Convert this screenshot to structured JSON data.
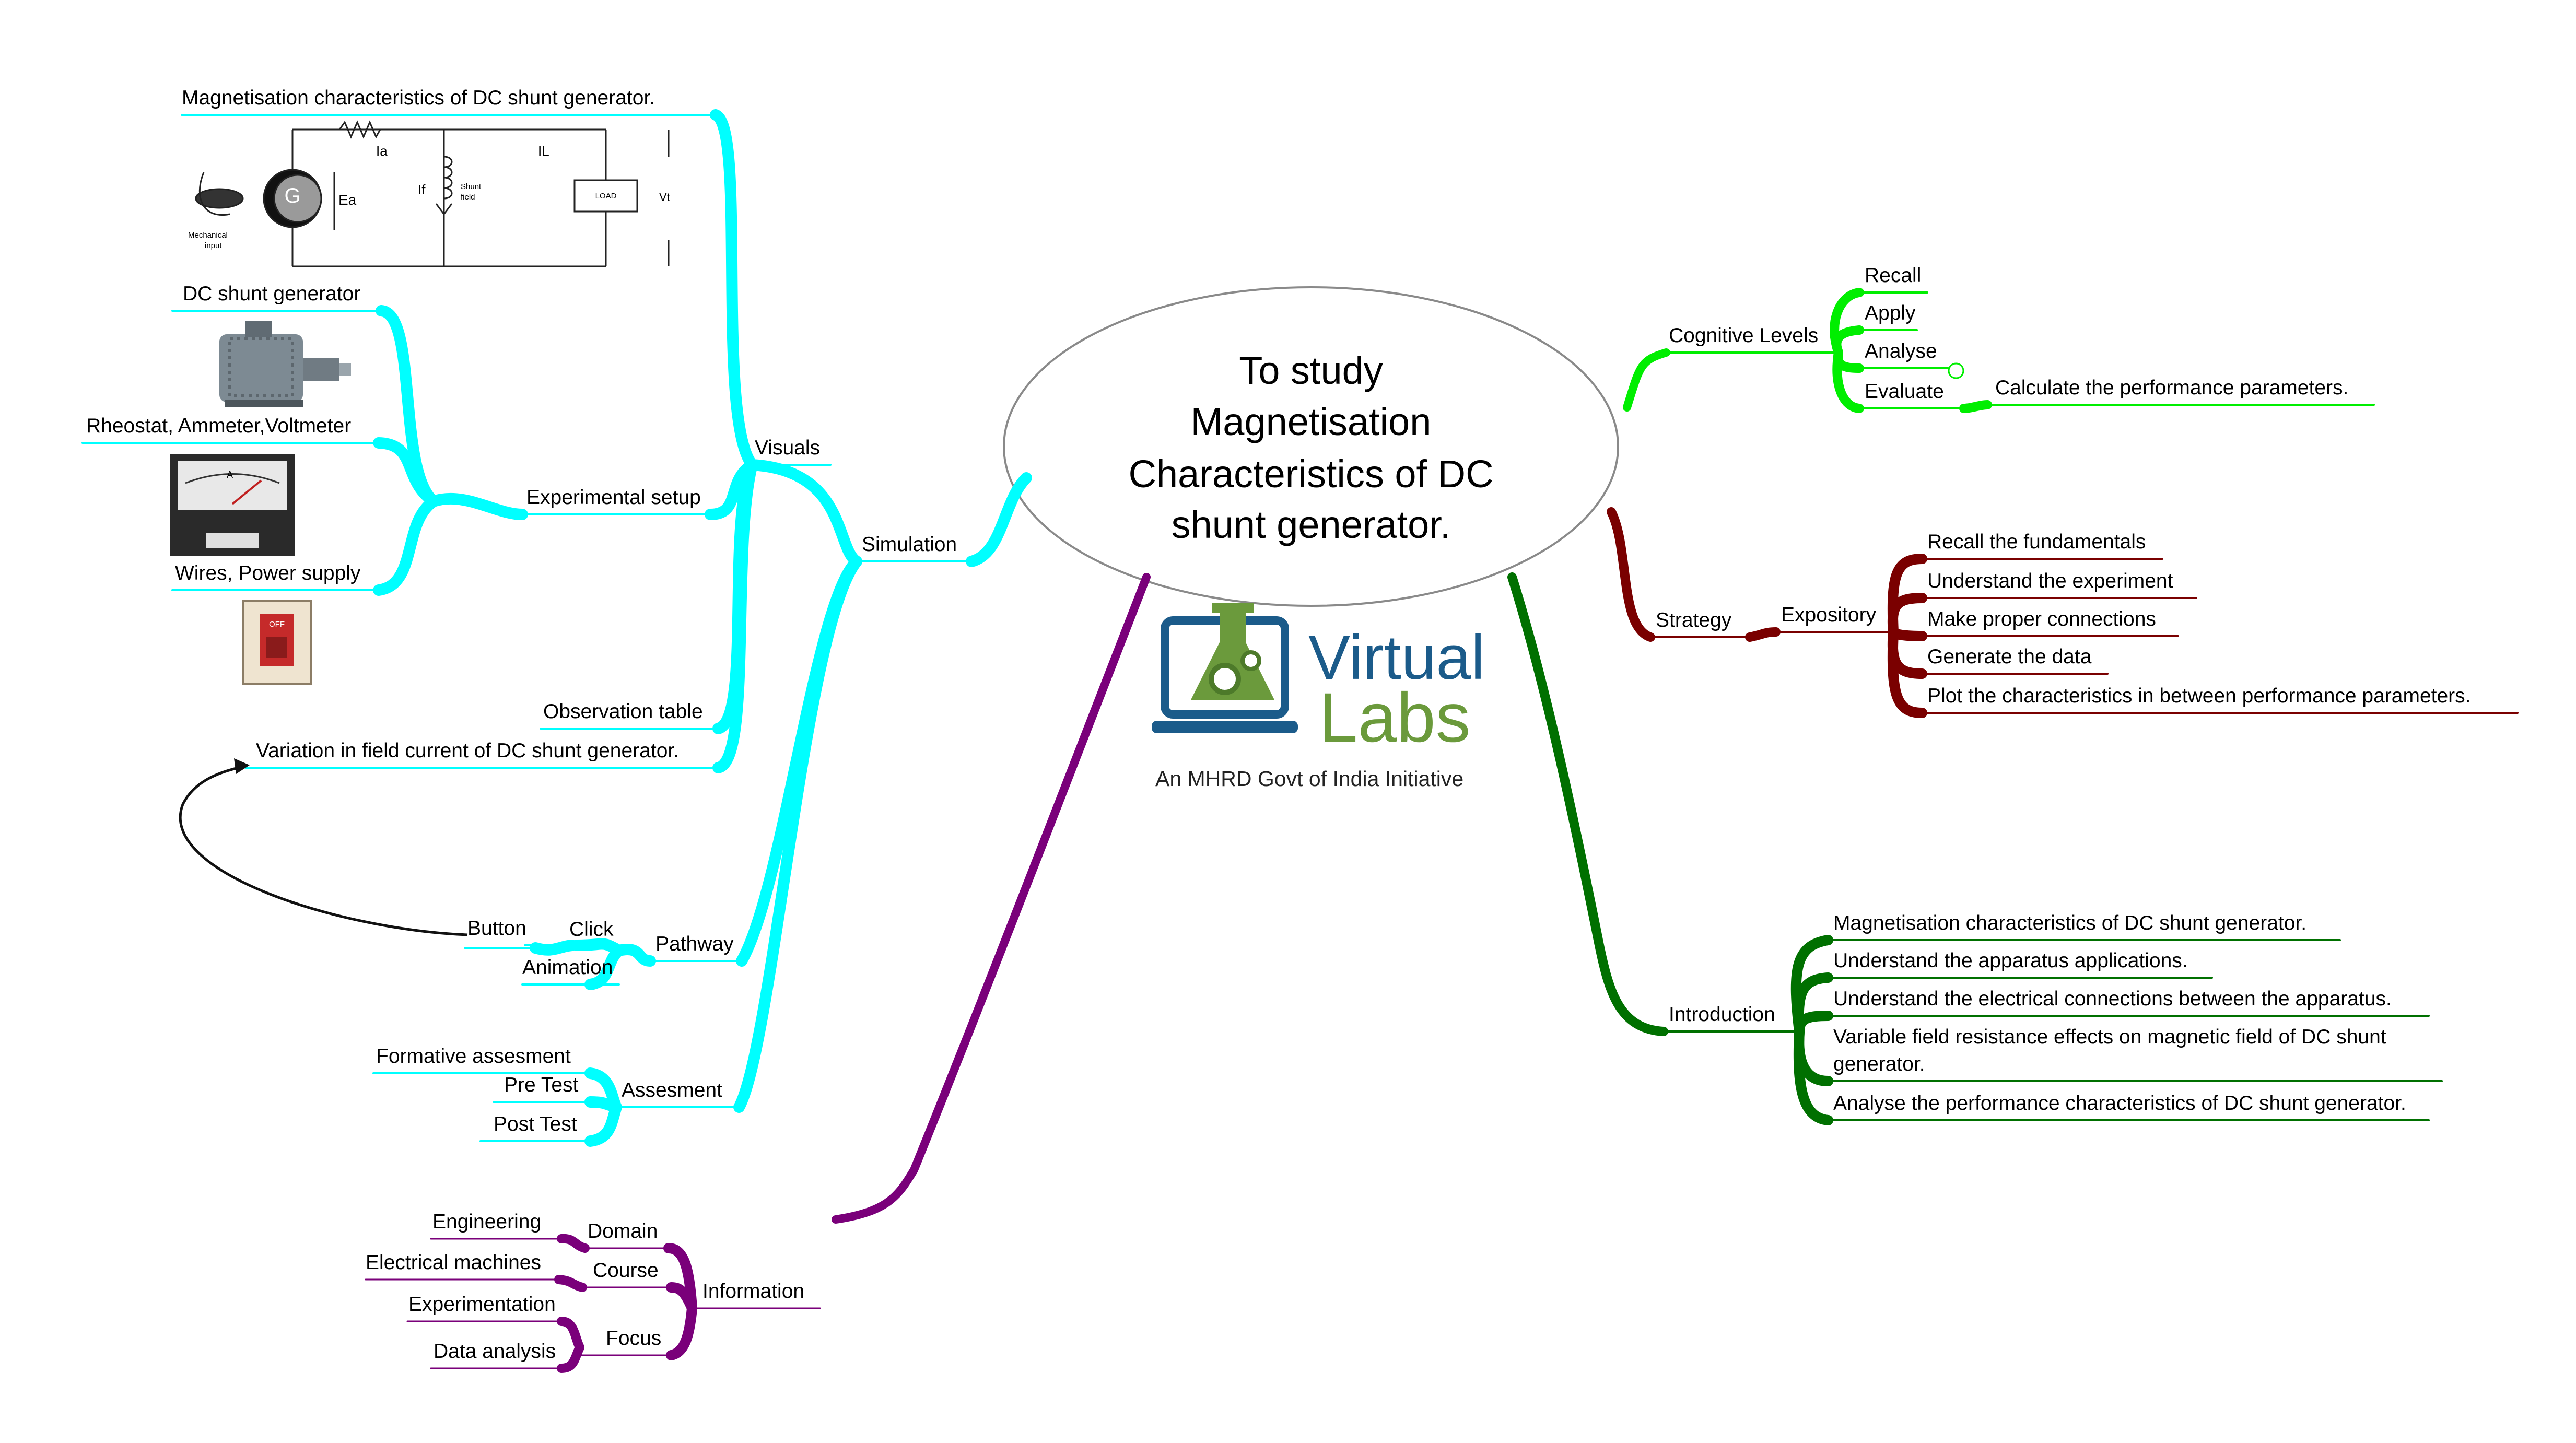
{
  "title_lines": [
    "To study",
    "Magnetisation",
    "Characteristics of DC",
    "shunt generator."
  ],
  "colors": {
    "simulation": "#00ffff",
    "cognitive": "#00ee00",
    "strategy": "#7a0000",
    "introduction": "#007000",
    "information": "#7a007a"
  },
  "logo": {
    "word1": "Virtual",
    "word2": "Labs",
    "tagline": "An MHRD Govt of India Initiative"
  },
  "simulation": {
    "label": "Simulation",
    "visuals": {
      "label": "Visuals",
      "mag_char": "Magnetisation characteristics of DC shunt generator.",
      "experimental_setup": {
        "label": "Experimental setup",
        "items": [
          "DC shunt generator",
          "Rheostat, Ammeter,Voltmeter",
          "Wires, Power supply"
        ]
      },
      "observation_table": "Observation table",
      "variation": "Variation in field current of DC shunt generator."
    },
    "pathway": {
      "label": "Pathway",
      "click": "Click",
      "button": "Button",
      "animation": "Animation"
    },
    "assesment": {
      "label": "Assesment",
      "items": [
        "Formative assesment",
        "Pre Test",
        "Post Test"
      ]
    }
  },
  "information": {
    "label": "Information",
    "domain": {
      "label": "Domain",
      "value": "Engineering"
    },
    "course": {
      "label": "Course",
      "value": "Electrical machines"
    },
    "focus": {
      "label": "Focus",
      "values": [
        "Experimentation",
        "Data analysis"
      ]
    }
  },
  "cognitive": {
    "label": "Cognitive Levels",
    "items": [
      "Recall",
      "Apply",
      "Analyse",
      "Evaluate"
    ],
    "evaluate_child": "Calculate the performance parameters."
  },
  "strategy": {
    "label": "Strategy",
    "expository": {
      "label": "Expository",
      "items": [
        "Recall the fundamentals",
        "Understand the experiment",
        "Make proper connections",
        "Generate the data",
        "Plot the characteristics in between performance parameters."
      ]
    }
  },
  "introduction": {
    "label": "Introduction",
    "items": [
      [
        "Magnetisation characteristics of DC shunt generator."
      ],
      [
        "Understand the apparatus applications."
      ],
      [
        "Understand the electrical connections between the apparatus."
      ],
      [
        "Variable field resistance effects on magnetic field of DC shunt",
        "generator."
      ],
      [
        "Analyse the performance characteristics of DC shunt generator."
      ]
    ]
  },
  "circuit": {
    "ia": "Ia",
    "il": "IL",
    "ea": "Ea",
    "if": "If",
    "shunt1": "Shunt",
    "shunt2": "field",
    "load": "LOAD",
    "vt": "Vt",
    "g": "G",
    "mech1": "Mechanical",
    "mech2": "input"
  },
  "switch_label": "OFF",
  "meter_label": "A"
}
